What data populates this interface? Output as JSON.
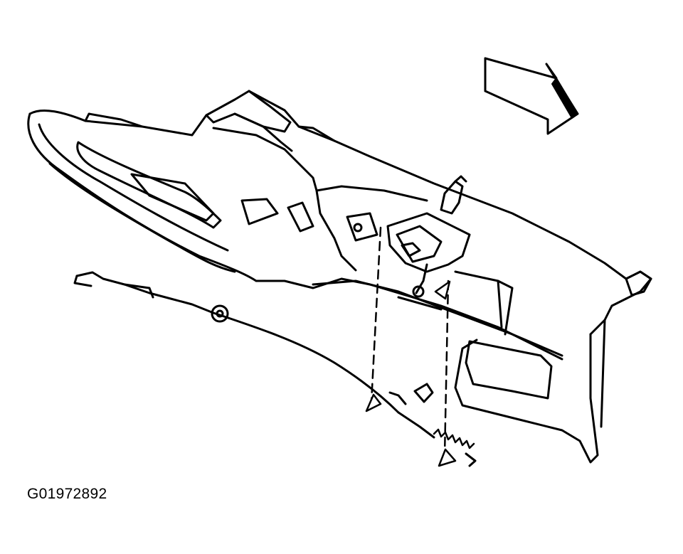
{
  "figure": {
    "id": "G01972892"
  },
  "colors": {
    "ink": "#000000",
    "paper": "#ffffff"
  },
  "parts": {
    "panel": "instrument-panel-lower-trim",
    "cable": "release-cable-with-spring",
    "handle": "release-handle-bracket",
    "clip": "cable-retainer-clip",
    "arrow": "front-of-vehicle-arrow"
  }
}
